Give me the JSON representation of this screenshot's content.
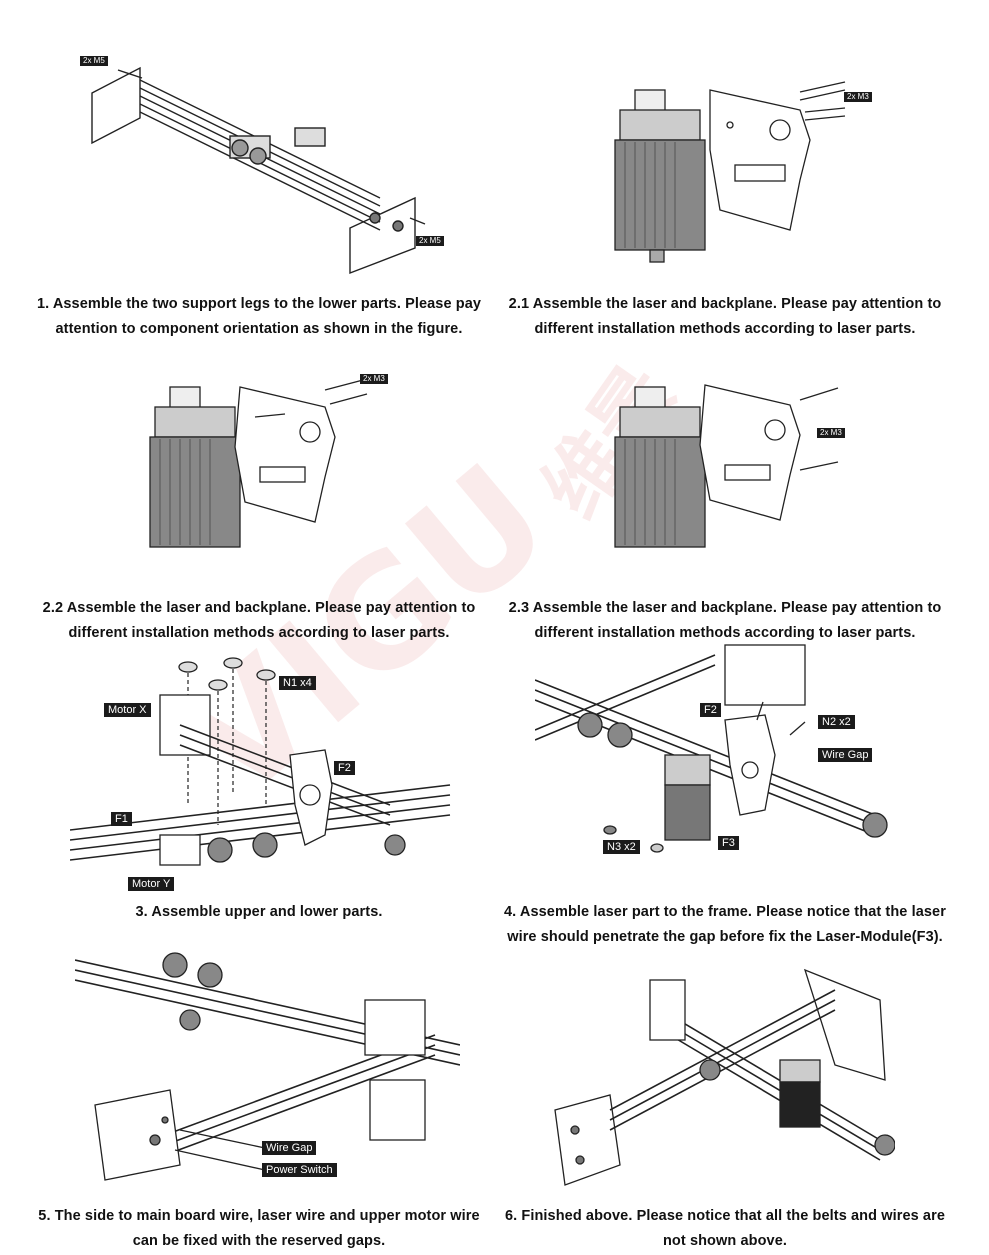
{
  "captions": {
    "c1": "1. Assemble the two support legs to the lower parts. Please pay attention to component orientation as shown in the figure.",
    "c21": "2.1 Assemble the laser and backplane. Please pay attention to different installation methods according to laser parts.",
    "c22": "2.2 Assemble the laser and backplane. Please pay attention to different installation methods according to laser parts.",
    "c23": "2.3 Assemble the laser and backplane. Please pay attention to different installation methods according to laser parts.",
    "c3": "3. Assemble upper and lower parts.",
    "c4": "4. Assemble laser part to the frame. Please notice that the laser wire should penetrate the gap before fix the Laser-Module(F3).",
    "c5": "5. The side to main board wire, laser wire and upper motor wire can be fixed with the reserved gaps.",
    "c6": "6. Finished above. Please notice that all the belts and wires are not shown above."
  },
  "labels": {
    "m5_top": "2x M5",
    "m5_bottom": "2x M5",
    "m3_21": "2x M3",
    "m3_22": "2x M3",
    "m3_23": "2x M3",
    "motor_x": "Motor X",
    "n1": "N1 x4",
    "f2_3": "F2",
    "f1": "F1",
    "motor_y": "Motor Y",
    "f2_4": "F2",
    "n2": "N2 x2",
    "wire_gap_4": "Wire Gap",
    "n3": "N3 x2",
    "f3": "F3",
    "wire_gap_5": "Wire Gap",
    "power_switch": "Power Switch"
  }
}
